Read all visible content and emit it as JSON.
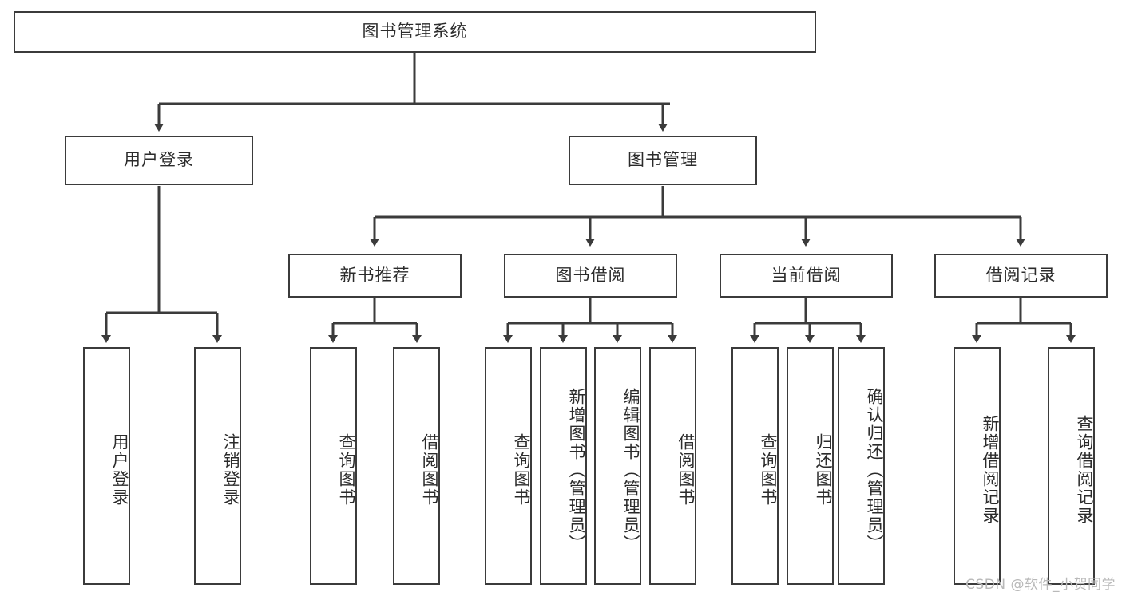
{
  "diagram": {
    "type": "tree",
    "title": "图书管理系统",
    "root": {
      "label": "图书管理系统"
    },
    "level2": [
      {
        "label": "用户登录"
      },
      {
        "label": "图书管理"
      }
    ],
    "level3": [
      {
        "label": "新书推荐"
      },
      {
        "label": "图书借阅"
      },
      {
        "label": "当前借阅"
      },
      {
        "label": "借阅记录"
      }
    ],
    "leaves": {
      "user_login": [
        {
          "label": "用户登录"
        },
        {
          "label": "注销登录"
        }
      ],
      "new_book_recommend": [
        {
          "label": "查询图书"
        },
        {
          "label": "借阅图书"
        }
      ],
      "book_borrow": [
        {
          "label": "查询图书"
        },
        {
          "label": "新增图书（管理员）"
        },
        {
          "label": "编辑图书（管理员）"
        },
        {
          "label": "借阅图书"
        }
      ],
      "current_borrow": [
        {
          "label": "查询图书"
        },
        {
          "label": "归还图书"
        },
        {
          "label": "确认归还（管理员）"
        }
      ],
      "borrow_records": [
        {
          "label": "新增借阅记录"
        },
        {
          "label": "查询借阅记录"
        }
      ]
    }
  },
  "watermark": {
    "text": "CSDN @软件_小贺同学"
  },
  "colors": {
    "stroke": "#3b3b3b",
    "fill": "#ffffff",
    "text": "#2b2b2b",
    "watermark": "#b9b9b9"
  }
}
